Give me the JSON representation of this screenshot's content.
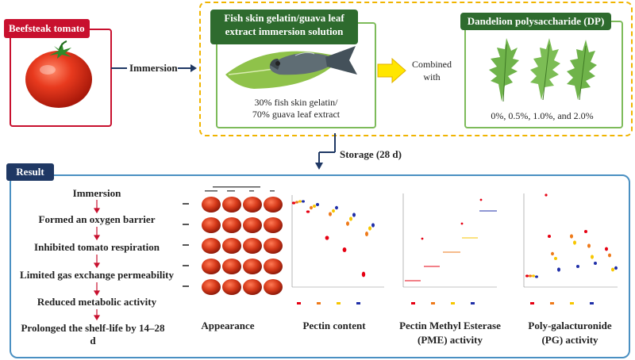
{
  "top": {
    "beefsteak_label": "Beefsteak tomato",
    "immersion_label": "Immersion",
    "solution_title": "Fish skin gelatin/guava leaf extract immersion solution",
    "solution_desc_1": "30% fish skin gelatin/",
    "solution_desc_2": "70% guava leaf extract",
    "combined_label": "Combined with",
    "dp_title": "Dandelion polysaccharide (DP)",
    "dp_concentrations": "0%, 0.5%, 1.0%, and 2.0%",
    "storage_label": "Storage (28 d)"
  },
  "result": {
    "title": "Result",
    "steps": [
      "Immersion",
      "Formed an oxygen barrier",
      "Inhibited tomato respiration",
      "Limited gas exchange permeability",
      "Reduced metabolic activity",
      "Prolonged the shelf-life by 14–28 d"
    ],
    "panels": {
      "appearance": "Appearance",
      "pectin": "Pectin content",
      "pme_1": "Pectin Methyl Esterase",
      "pme_2": "(PME) activity",
      "pg_1": "Poly-galacturonide",
      "pg_2": "(PG) activity"
    }
  },
  "colors": {
    "red": "#c8102e",
    "green_header": "#2e6b2e",
    "green_border": "#7dbb5a",
    "navy": "#1f3864",
    "result_border": "#4a90c2",
    "arrow_yellow": "#ffe600",
    "dash_orange": "#f0b400"
  }
}
